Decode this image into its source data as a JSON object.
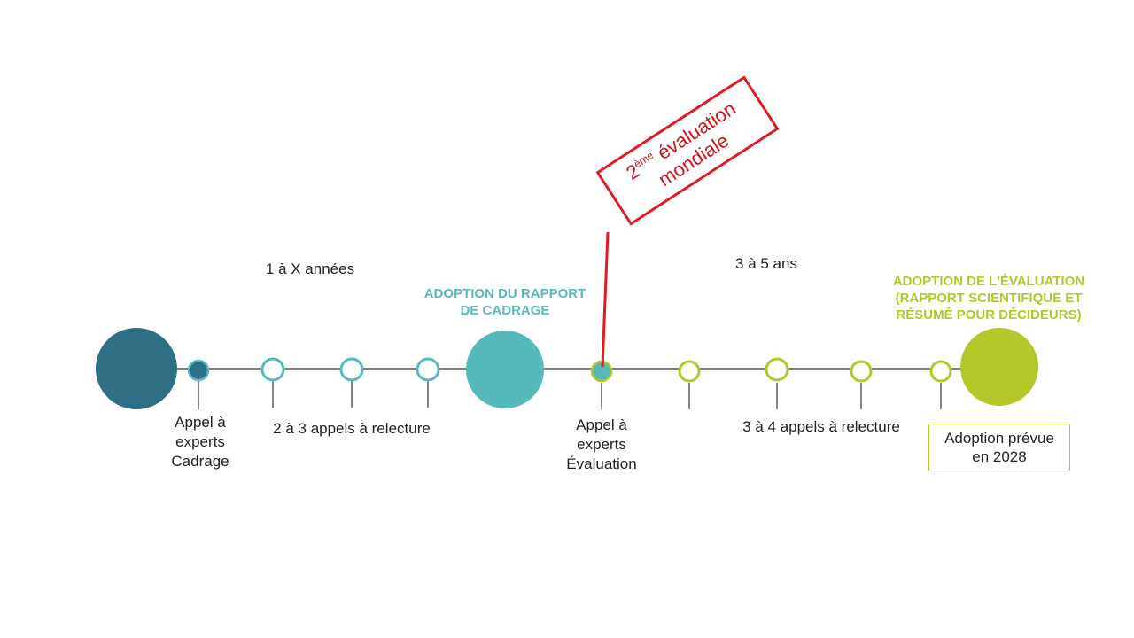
{
  "colors": {
    "dark_teal": "#2e6f86",
    "teal": "#57baba",
    "lime": "#b3c72b",
    "red": "#e01b24",
    "line": "#333333"
  },
  "durations": {
    "first": "1 à X années",
    "second": "3 à 5 ans"
  },
  "headings": {
    "scoping": [
      "ADOPTION DU RAPPORT",
      "DE CADRAGE"
    ],
    "assessment": [
      "ADOPTION DE L'ÉVALUATION",
      "(RAPPORT SCIENTIFIQUE ET",
      "RÉSUMÉ POUR DÉCIDEURS)"
    ]
  },
  "labels": {
    "call_scoping": [
      "Appel à",
      "experts",
      "Cadrage"
    ],
    "reviews_first": "2 à 3 appels à relecture",
    "call_assessment": [
      "Appel à",
      "experts",
      "Évaluation"
    ],
    "reviews_second": "3 à 4 appels à relecture"
  },
  "callout": {
    "number": "2",
    "superscript": "ème",
    "word1": "évaluation",
    "word2": "mondiale"
  },
  "adoption_box": [
    "Adoption prévue",
    "en 2028"
  ]
}
